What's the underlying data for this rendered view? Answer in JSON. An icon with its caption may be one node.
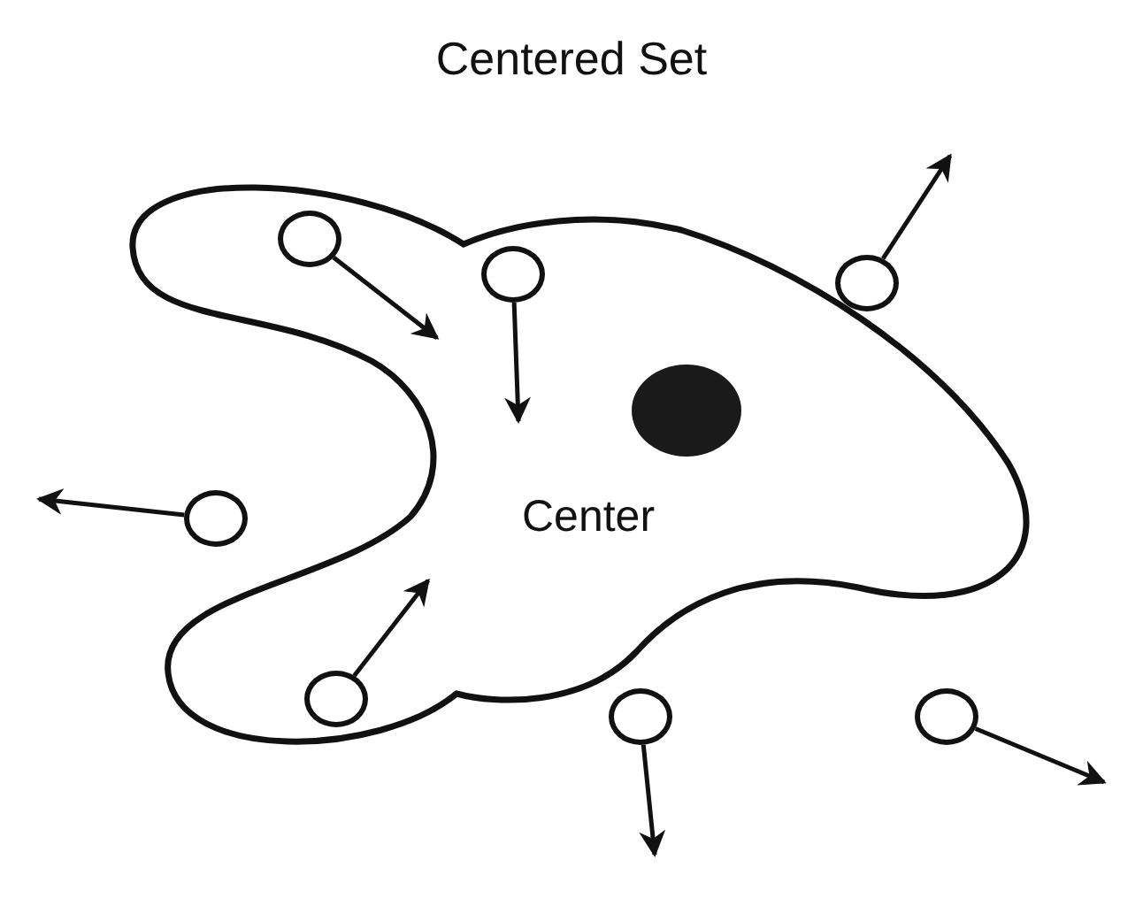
{
  "diagram": {
    "title": "Centered Set",
    "nodes": [
      {
        "text": [],
        "shape": "blob"
      },
      {
        "text": [],
        "shape": "circle",
        "beside": [
          "Center"
        ],
        "in": 0
      },
      {
        "text": [],
        "shape": "circle",
        "in": 0
      },
      {
        "text": [],
        "shape": "circle",
        "in": 0
      },
      {
        "text": [],
        "shape": "circle"
      },
      {
        "text": [],
        "shape": "circle"
      },
      {
        "text": [],
        "shape": "circle",
        "in": 0
      },
      {
        "text": [],
        "shape": "circle"
      },
      {
        "text": [],
        "shape": "circle"
      }
    ],
    "edges": [
      {
        "from": 2,
        "to": null,
        "arrow": "to"
      },
      {
        "from": 3,
        "to": null,
        "arrow": "to"
      },
      {
        "from": 4,
        "to": null,
        "arrow": "to"
      },
      {
        "from": 5,
        "to": null,
        "arrow": "to"
      },
      {
        "from": 6,
        "to": null,
        "arrow": "to"
      },
      {
        "from": 7,
        "to": null,
        "arrow": "to"
      },
      {
        "from": 8,
        "to": null,
        "arrow": "to"
      }
    ]
  }
}
